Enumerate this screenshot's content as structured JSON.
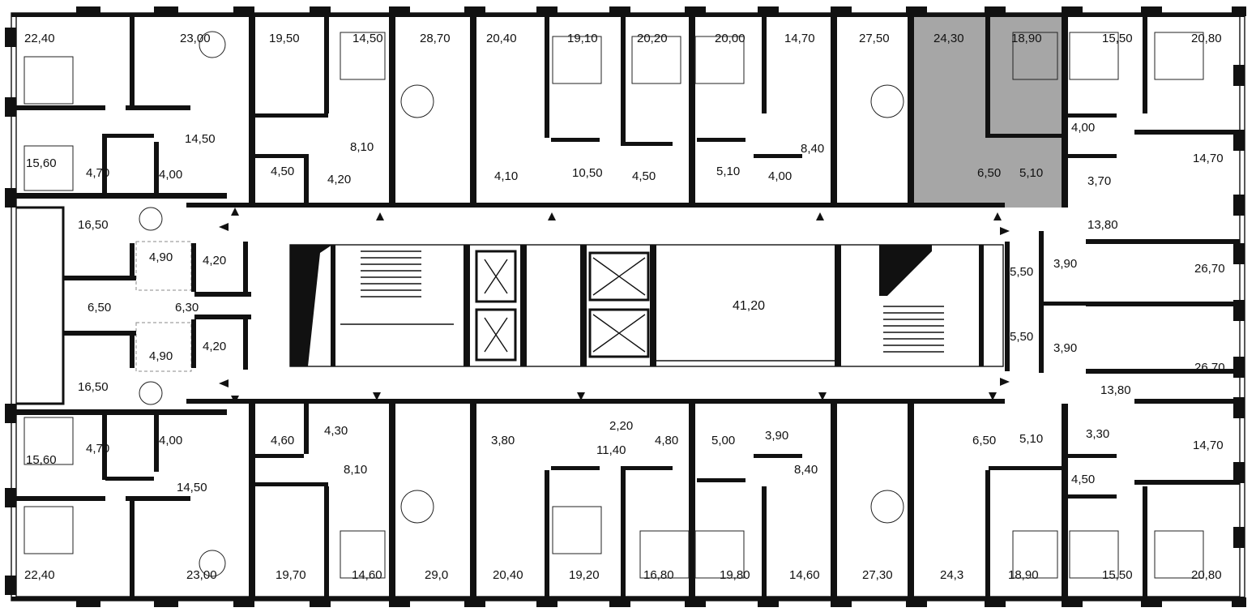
{
  "plan": {
    "highlight_color": "#a6a6a6",
    "wall_color": "#111111",
    "top_rooms": [
      "22,40",
      "23,00",
      "19,50",
      "14,50",
      "28,70",
      "20,40",
      "19,10",
      "20,20",
      "20,00",
      "14,70",
      "27,50",
      "24,30",
      "18,90",
      "15,50",
      "20,80"
    ],
    "top_small": [
      "14,50",
      "15,60",
      "4,70",
      "4,00",
      "4,50",
      "4,20",
      "8,10",
      "4,10",
      "10,50",
      "4,50",
      "5,10",
      "4,00",
      "8,40",
      "6,50",
      "5,10",
      "3,70",
      "4,00",
      "14,70",
      "16,50",
      "13,80"
    ],
    "core": [
      "4,90",
      "4,20",
      "6,50",
      "6,30",
      "4,90",
      "4,20",
      "41,20",
      "5,50",
      "3,90",
      "5,50",
      "3,90",
      "26,70",
      "26,70"
    ],
    "bottom_small": [
      "16,50",
      "13,80",
      "15,60",
      "4,70",
      "4,00",
      "4,60",
      "4,30",
      "8,10",
      "3,80",
      "11,40",
      "2,20",
      "4,80",
      "5,00",
      "3,90",
      "8,40",
      "6,50",
      "5,10",
      "3,30",
      "14,70",
      "4,50",
      "14,50"
    ],
    "bottom_rooms": [
      "22,40",
      "23,00",
      "19,70",
      "14,60",
      "29,0",
      "20,40",
      "19,20",
      "16,80",
      "19,80",
      "14,60",
      "27,30",
      "24,3",
      "18,90",
      "15,50",
      "20,80"
    ]
  }
}
